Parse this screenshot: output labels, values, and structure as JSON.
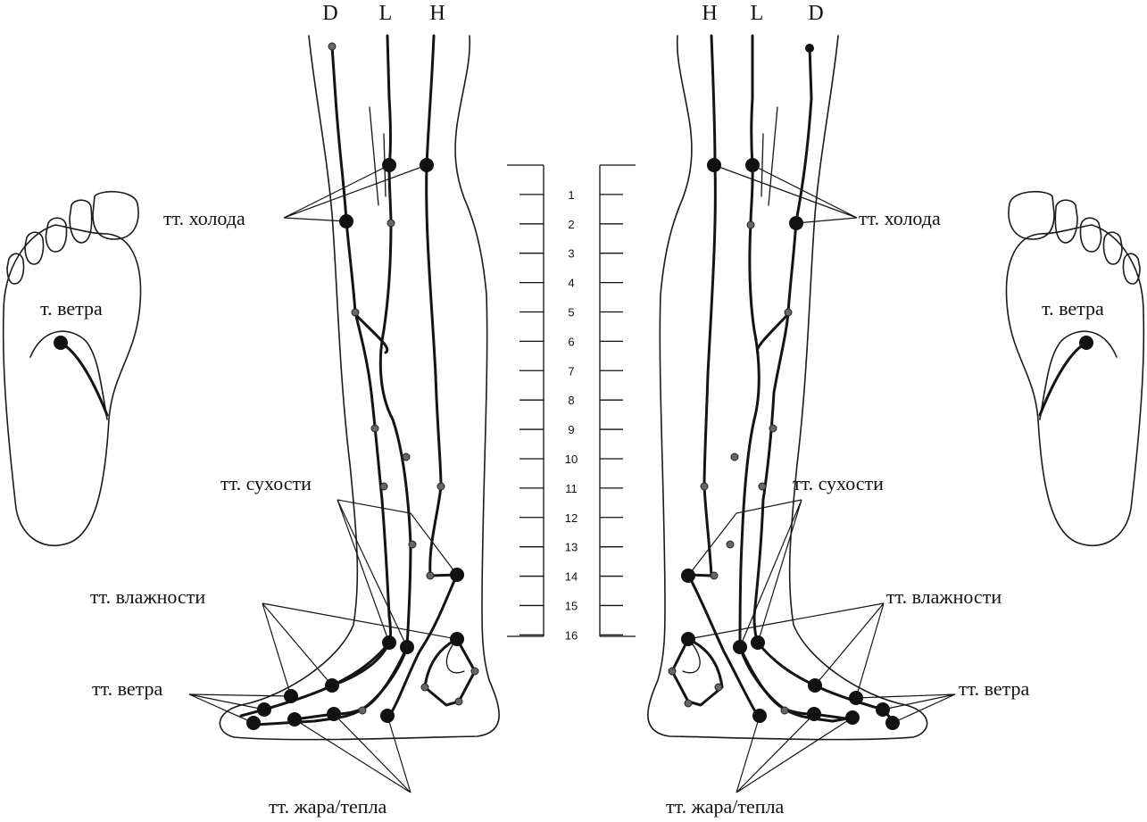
{
  "channels_left": [
    "D",
    "L",
    "H"
  ],
  "channels_right": [
    "H",
    "L",
    "D"
  ],
  "labels": {
    "cold": "тт. холода",
    "dryness": "тт. сухости",
    "moisture": "тт. влажности",
    "wind_points": "тт. ветра",
    "heat": "тт. жара/тепла",
    "sole_wind": "т. ветра"
  },
  "scale": {
    "numbers": [
      "1",
      "2",
      "3",
      "4",
      "5",
      "6",
      "7",
      "8",
      "9",
      "10",
      "11",
      "12",
      "13",
      "14",
      "15",
      "16"
    ]
  }
}
